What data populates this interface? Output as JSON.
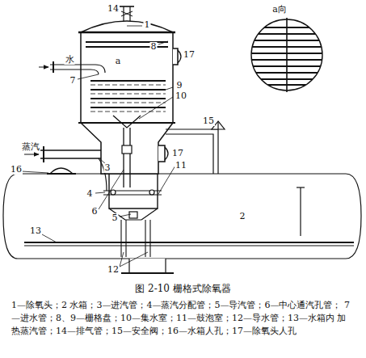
{
  "diagram": {
    "caption": "图 2-10 栅格式除氧器",
    "labels": [
      "a向",
      "14",
      "1",
      "8",
      "17",
      "水",
      "a",
      "7",
      "9",
      "10",
      "15",
      "蒸汽",
      "17",
      "3",
      "11",
      "4",
      "6",
      "16",
      "2",
      "5",
      "13",
      "12",
      "1—除氧头；2 水箱；3—进汽管；4—蒸汽分配管；5—导汽管；6—中心通汽孔管； 7—进水管；8、9—栅格盘；10—集水室；11—鼓泡室；12—导水管；13—水箱内 加热蒸汽管；14—排气管；15—安全阀；16—水箱人孔；17—除氧头人孔"
    ]
  }
}
